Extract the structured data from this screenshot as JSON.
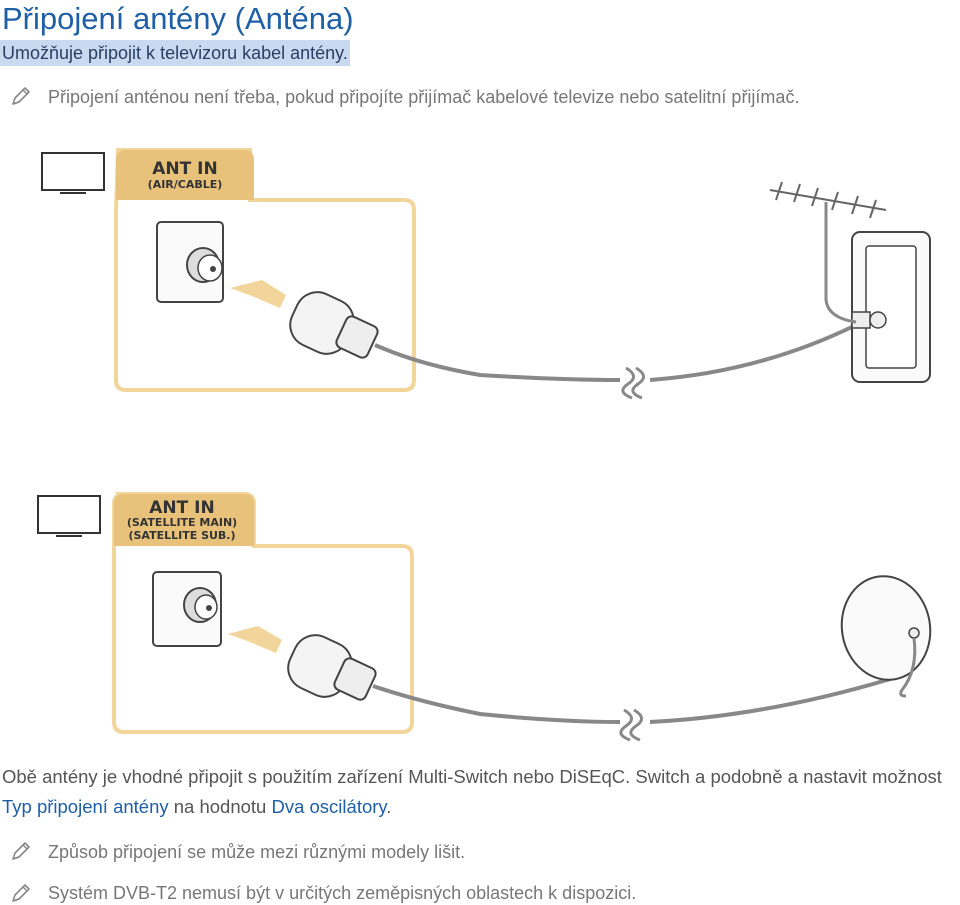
{
  "header": {
    "title": "Připojení antény (Anténa)",
    "subtitle": "Umožňuje připojit k televizoru kabel antény."
  },
  "notes_top": [
    {
      "icon": "pen-icon",
      "text": "Připojení anténou není třeba, pokud připojíte přijímač kabelové televize nebo satelitní přijímač."
    }
  ],
  "diagram_top": {
    "port_title": "ANT IN",
    "port_sub": "(AIR/CABLE)"
  },
  "diagram_bottom": {
    "port_title": "ANT IN",
    "port_sub_1": "(SATELLITE MAIN)",
    "port_sub_2": "(SATELLITE SUB.)"
  },
  "body": {
    "part1": "Obě antény je vhodné připojit s použitím zařízení Multi-Switch nebo DiSEqC. Switch a podobně a nastavit možnost ",
    "link1": "Typ připojení antény",
    "part2": " na hodnotu ",
    "link2": "Dva oscilátory",
    "part3": "."
  },
  "notes_bottom": [
    {
      "icon": "pen-icon",
      "text": "Způsob připojení se může mezi různými modely lišit."
    },
    {
      "icon": "pen-icon",
      "text": "Systém DVB-T2 nemusí být v určitých zeměpisných oblastech k dispozici."
    }
  ],
  "colors": {
    "title": "#1f5fa6",
    "highlight": "#c9daf0",
    "panel_border": "#f2d59b",
    "panel_tab": "#e8c17b",
    "line": "#8a8a8a"
  }
}
